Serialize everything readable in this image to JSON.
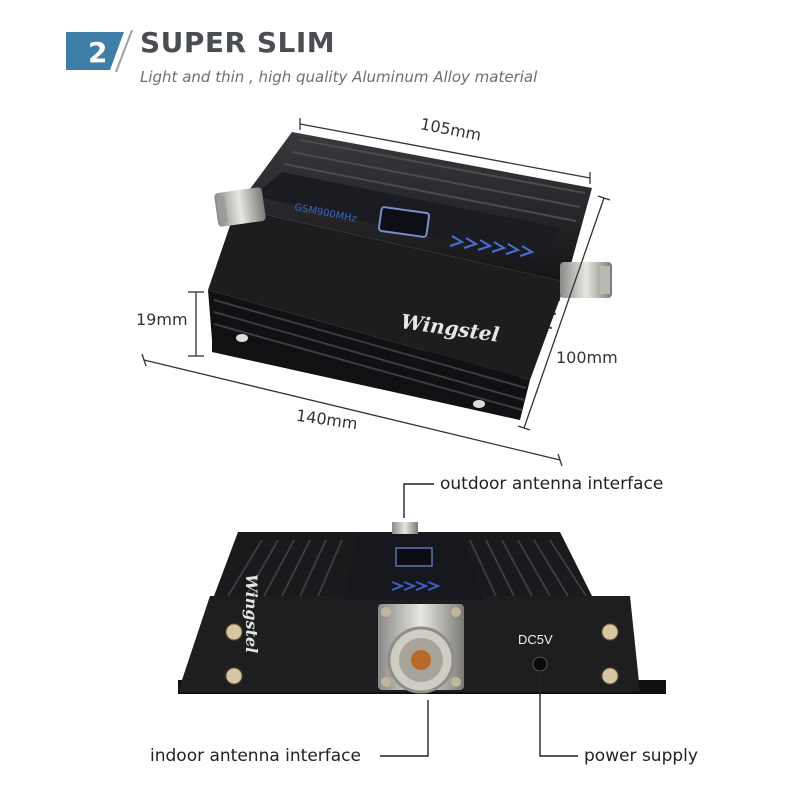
{
  "header": {
    "number": "2",
    "title": "SUPER SLIM",
    "subtitle": "Light and thin , high quality Aluminum Alloy material"
  },
  "dimensions": {
    "top_width": "105mm",
    "height": "19mm",
    "depth": "100mm",
    "length": "140mm"
  },
  "device": {
    "brand": "Wingstel",
    "band_label": "GSM900MHz",
    "power_label": "DC5V"
  },
  "callouts": {
    "outdoor": "outdoor antenna interface",
    "indoor": "indoor antenna interface",
    "power": "power supply"
  },
  "colors": {
    "badge_blue": "#3e7ea8",
    "device_black": "#1c1c1e",
    "accent_blue": "#4a6fd1"
  }
}
